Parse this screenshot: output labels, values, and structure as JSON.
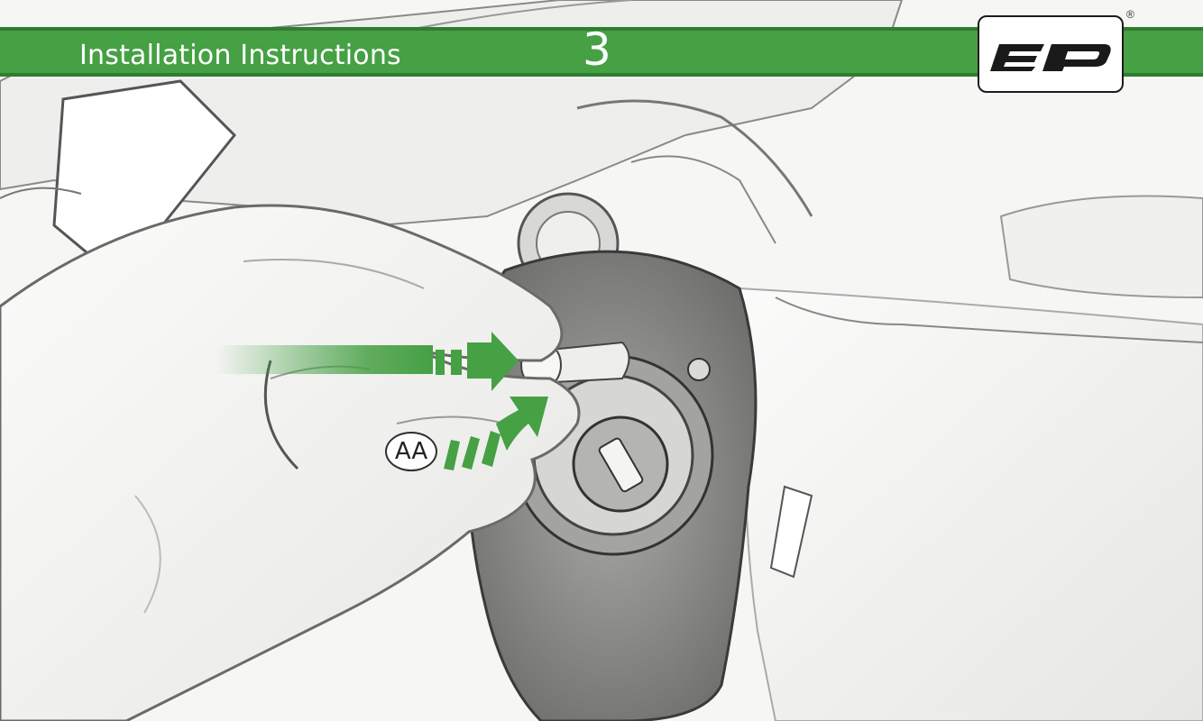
{
  "header": {
    "title": "Installation Instructions",
    "step": "3",
    "band_color": "#46a044"
  },
  "logo": {
    "lettering": "EP",
    "registered": "®"
  },
  "callout": {
    "label": "AA"
  },
  "icons": [
    "push-arrow-icon",
    "rotate-arrow-icon",
    "brand-logo-icon"
  ],
  "colors": {
    "accent": "#46a044",
    "accent_dark": "#2f7d30",
    "sketch": "#3a3a3a"
  }
}
